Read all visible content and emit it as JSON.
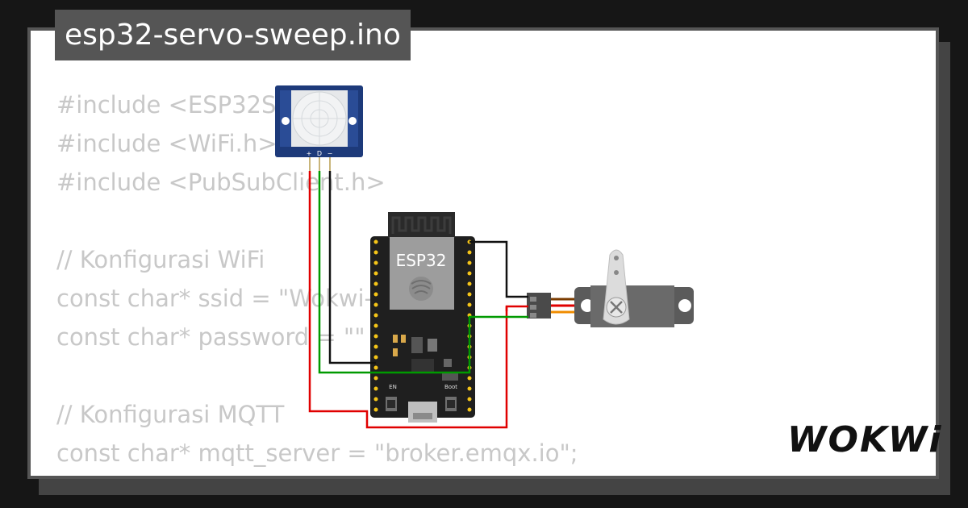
{
  "project": {
    "file_name": "esp32-servo-sweep.ino"
  },
  "code_lines": [
    "#include <ESP32Se",
    "#include <WiFi.h>",
    "#include <PubSubClient.h>",
    "",
    "// Konfigurasi WiFi",
    "const char* ssid = \"Wokwi-",
    "const char* password = \"\"",
    "",
    "// Konfigurasi MQTT",
    "const char* mqtt_server = \"broker.emqx.io\";"
  ],
  "board": {
    "label": "ESP32",
    "en_label": "EN",
    "boot_label": "Boot"
  },
  "pir_sensor": {
    "pins": [
      "+",
      "D",
      "−"
    ]
  },
  "brand": {
    "logo_text": "WOKWi"
  },
  "colors": {
    "background": "#161616",
    "card": "#ffffff",
    "tab": "#555555",
    "wire_red": "#e00000",
    "wire_green": "#009a00",
    "wire_black": "#111111",
    "board": "#1f1f1f",
    "pir_body": "#1d3a7a"
  }
}
